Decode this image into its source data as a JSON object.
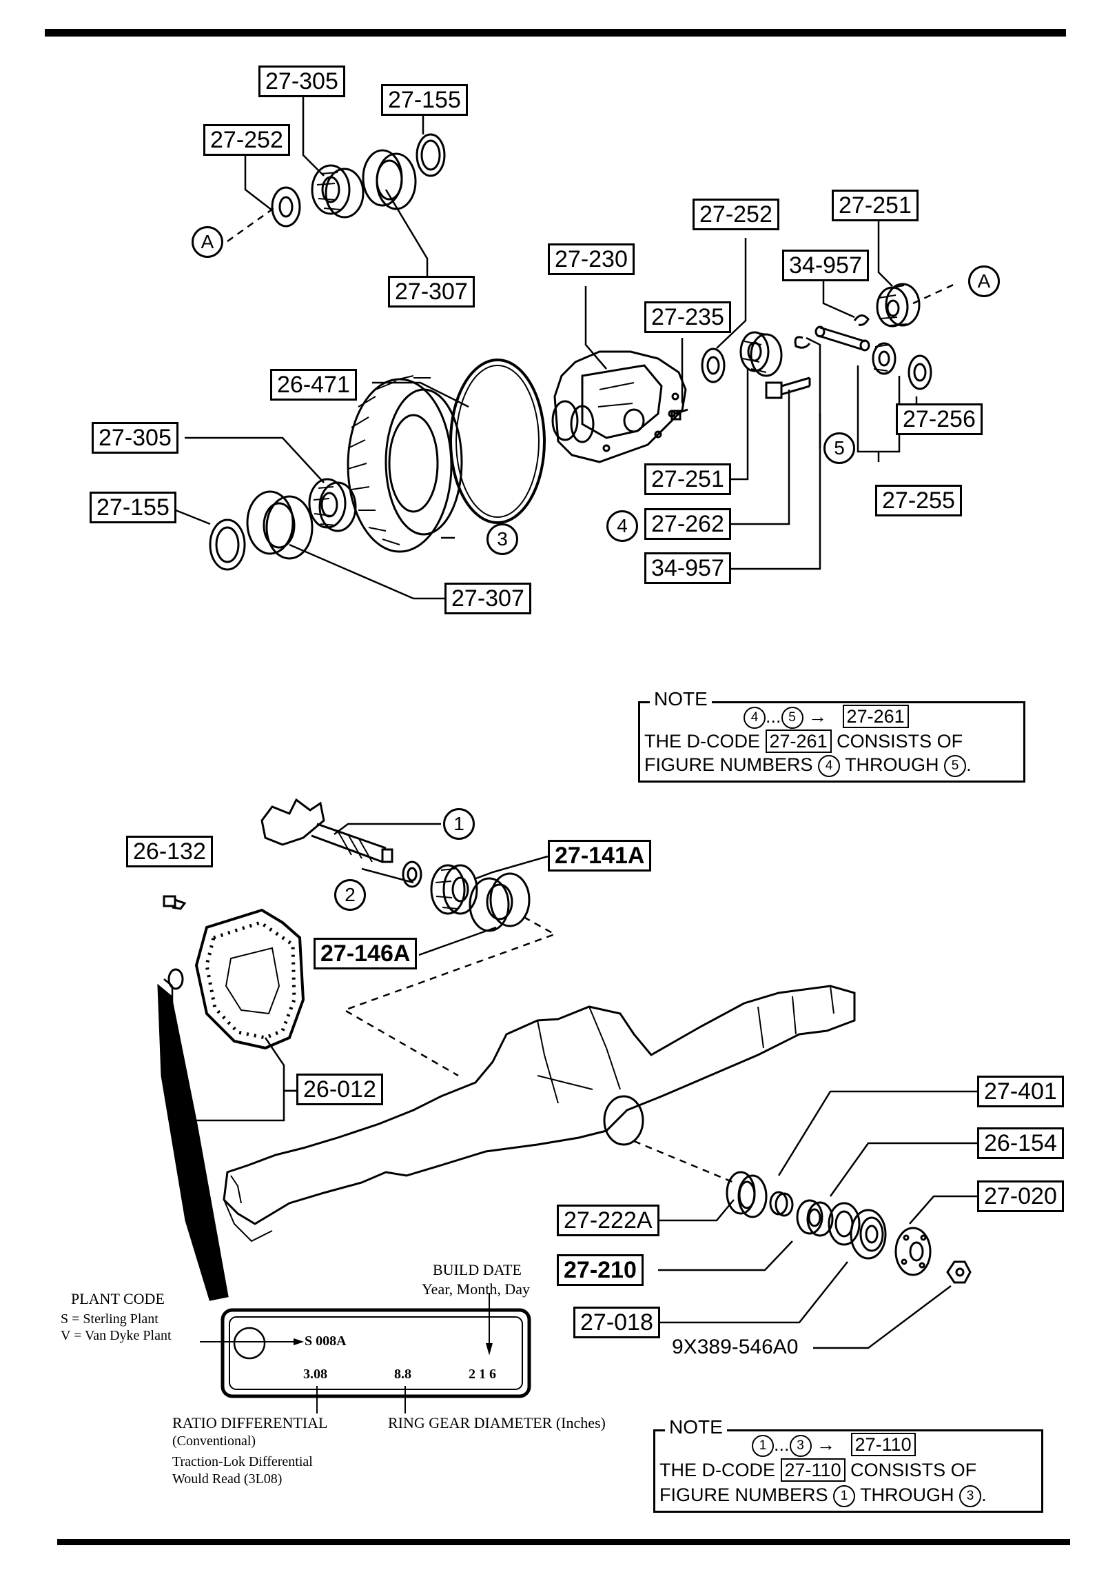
{
  "upper_labels": {
    "l_27_305_top": "27-305",
    "l_27_155_top": "27-155",
    "l_27_252_left": "27-252",
    "l_27_307_top": "27-307",
    "l_27_252_right": "27-252",
    "l_27_251_right": "27-251",
    "l_27_230": "27-230",
    "l_34_957_top": "34-957",
    "l_27_235": "27-235",
    "l_26_471": "26-471",
    "l_27_305_mid": "27-305",
    "l_27_256": "27-256",
    "l_27_155_mid": "27-155",
    "l_27_251_mid": "27-251",
    "l_27_255": "27-255",
    "l_27_262": "27-262",
    "l_34_957_bottom": "34-957",
    "l_27_307_bottom": "27-307"
  },
  "lower_labels": {
    "l_26_132": "26-132",
    "l_27_141a": "27-141A",
    "l_27_146a": "27-146A",
    "l_26_012": "26-012",
    "l_27_401": "27-401",
    "l_26_154": "26-154",
    "l_27_020": "27-020",
    "l_27_222a": "27-222A",
    "l_27_210": "27-210",
    "l_27_018": "27-018",
    "l_9x389": "9X389-546A0"
  },
  "callouts": {
    "a_left": "A",
    "a_right": "A",
    "c1": "1",
    "c2": "2",
    "c3": "3",
    "c4": "4",
    "c5": "5"
  },
  "note_upper": {
    "legend": "NOTE",
    "row1_start": "4",
    "row1_dots": "...",
    "row1_end": "5",
    "row1_arrow": "→",
    "row1_code": "27-261",
    "row2_pre": "THE D-CODE",
    "row2_code": "27-261",
    "row2_post": "CONSISTS OF",
    "row3_pre": "FIGURE NUMBERS",
    "row3_a": "4",
    "row3_mid": "THROUGH",
    "row3_b": "5",
    "row3_end": "."
  },
  "note_lower": {
    "legend": "NOTE",
    "row1_start": "1",
    "row1_dots": "...",
    "row1_end": "3",
    "row1_arrow": "→",
    "row1_code": "27-110",
    "row2_pre": "THE D-CODE",
    "row2_code": "27-110",
    "row2_post": "CONSISTS OF",
    "row3_pre": "FIGURE NUMBERS",
    "row3_a": "1",
    "row3_mid": "THROUGH",
    "row3_b": "3",
    "row3_end": "."
  },
  "id_tag": {
    "plant_code_title": "PLANT CODE",
    "plant_s": "S = Sterling Plant",
    "plant_v": "V = Van Dyke Plant",
    "build_date_title": "BUILD DATE",
    "build_date_sub": "Year, Month, Day",
    "tag_code": "S 008A",
    "tag_ratio": "3.08",
    "tag_diameter": "8.8",
    "tag_date": "2 1 6",
    "ratio_title": "RATIO DIFFERENTIAL",
    "ratio_sub": "(Conventional)",
    "traction_line1": "Traction-Lok Differential",
    "traction_line2": "Would Read (3L08)",
    "ring_gear": "RING GEAR DIAMETER (Inches)"
  }
}
